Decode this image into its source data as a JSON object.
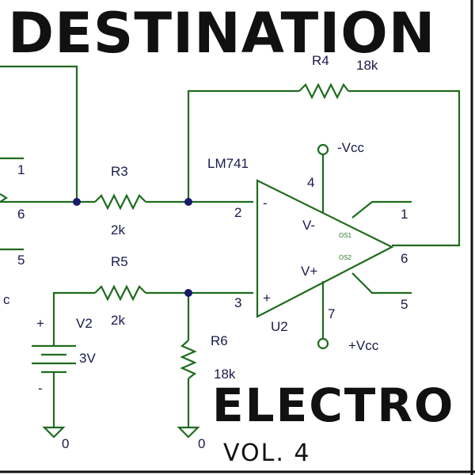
{
  "cover": {
    "title": "DESTINATION",
    "subtitle": "ELECTRO",
    "volume": "VOL. 4"
  },
  "schematic": {
    "r4": {
      "name": "R4",
      "value": "18k"
    },
    "r3": {
      "name": "R3",
      "value": "2k"
    },
    "r5": {
      "name": "R5",
      "value": "2k"
    },
    "r6": {
      "name": "R6",
      "value": "18k"
    },
    "v2": {
      "name": "V2",
      "value": "3V"
    },
    "opamp": {
      "name": "LM741",
      "ref": "U2",
      "minus": "-",
      "plus": "+",
      "vminus": "V-",
      "vplus": "V+",
      "os1": "OS1",
      "os2": "OS2"
    },
    "pins": {
      "p2": "2",
      "p3": "3",
      "p4": "4",
      "p6": "6",
      "p7": "7",
      "p1": "1",
      "p5": "5"
    },
    "left_pins": {
      "p1": "1",
      "p6": "6",
      "p5": "5"
    },
    "supply_neg": "-Vcc",
    "supply_pos": "+Vcc",
    "ground": "0",
    "battery_plus": "+",
    "battery_minus": "-",
    "edge_letter": "c"
  },
  "colors": {
    "wire": "#1f6b1f",
    "label": "#1a1a4a",
    "title": "#111111"
  }
}
